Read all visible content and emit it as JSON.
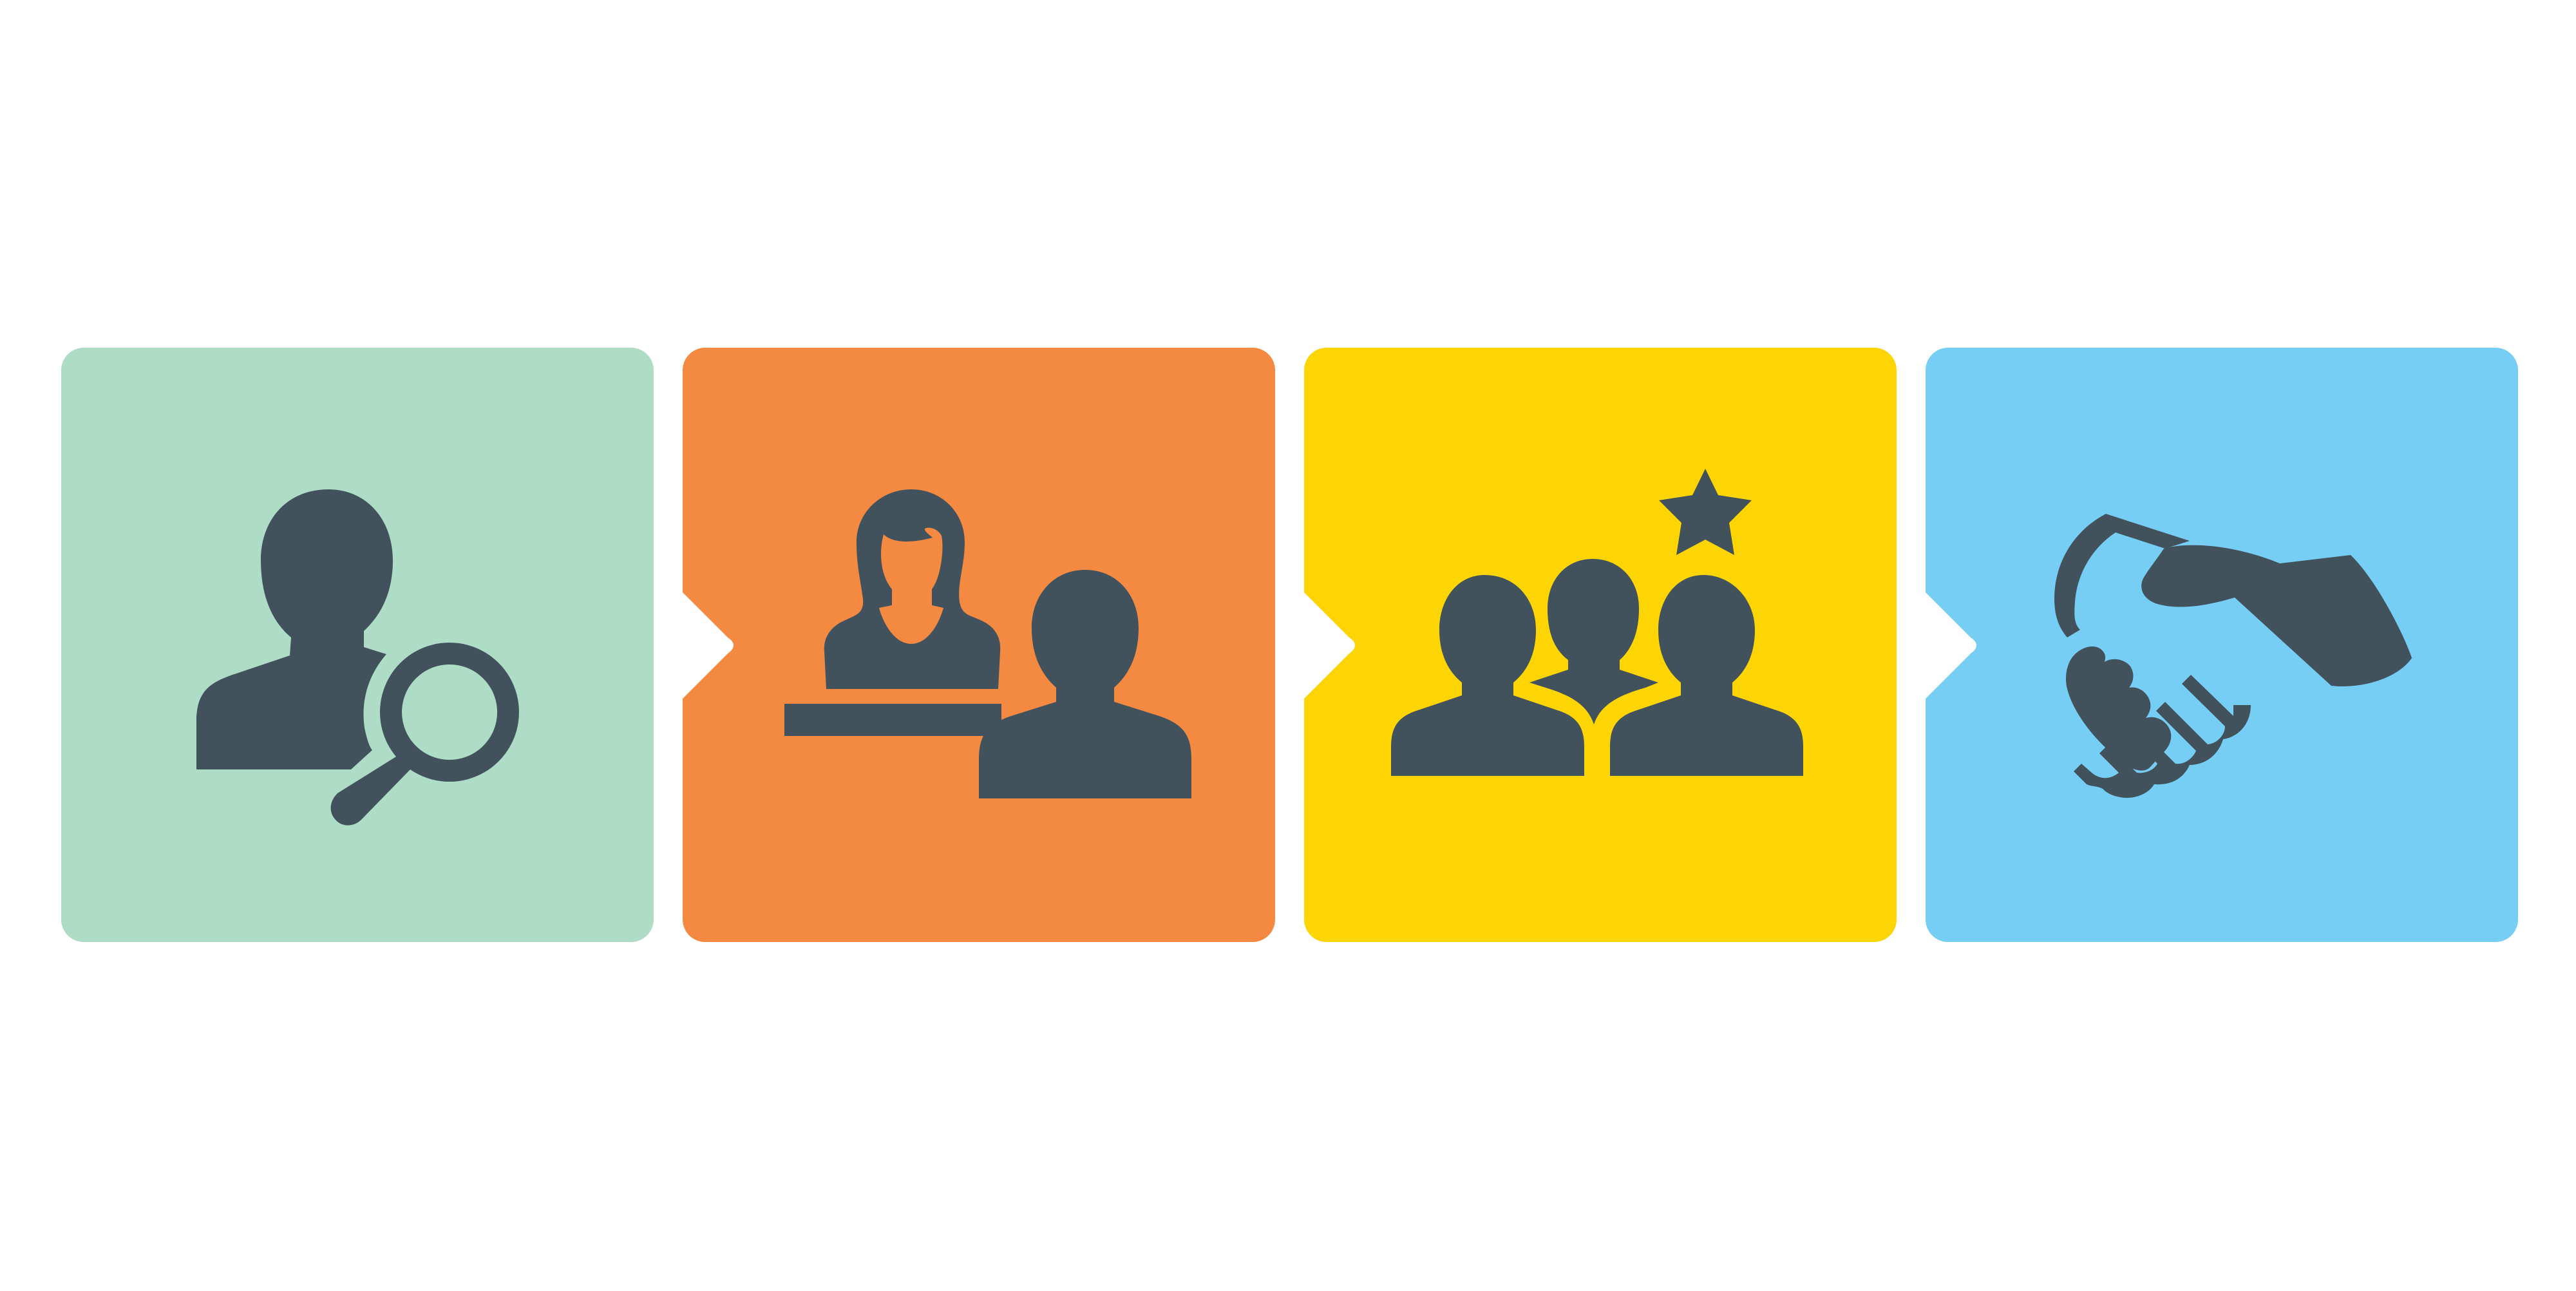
{
  "colors": {
    "background": "#ffffff",
    "icon": "#41525d",
    "connector": "#ffffff"
  },
  "steps": [
    {
      "id": "search",
      "icon": "person-magnifier-icon",
      "color": "#afdcc7"
    },
    {
      "id": "interview",
      "icon": "interview-icon",
      "color": "#f48a42"
    },
    {
      "id": "selection",
      "icon": "team-star-icon",
      "color": "#fed504"
    },
    {
      "id": "agreement",
      "icon": "handshake-icon",
      "color": "#77cef4"
    }
  ]
}
